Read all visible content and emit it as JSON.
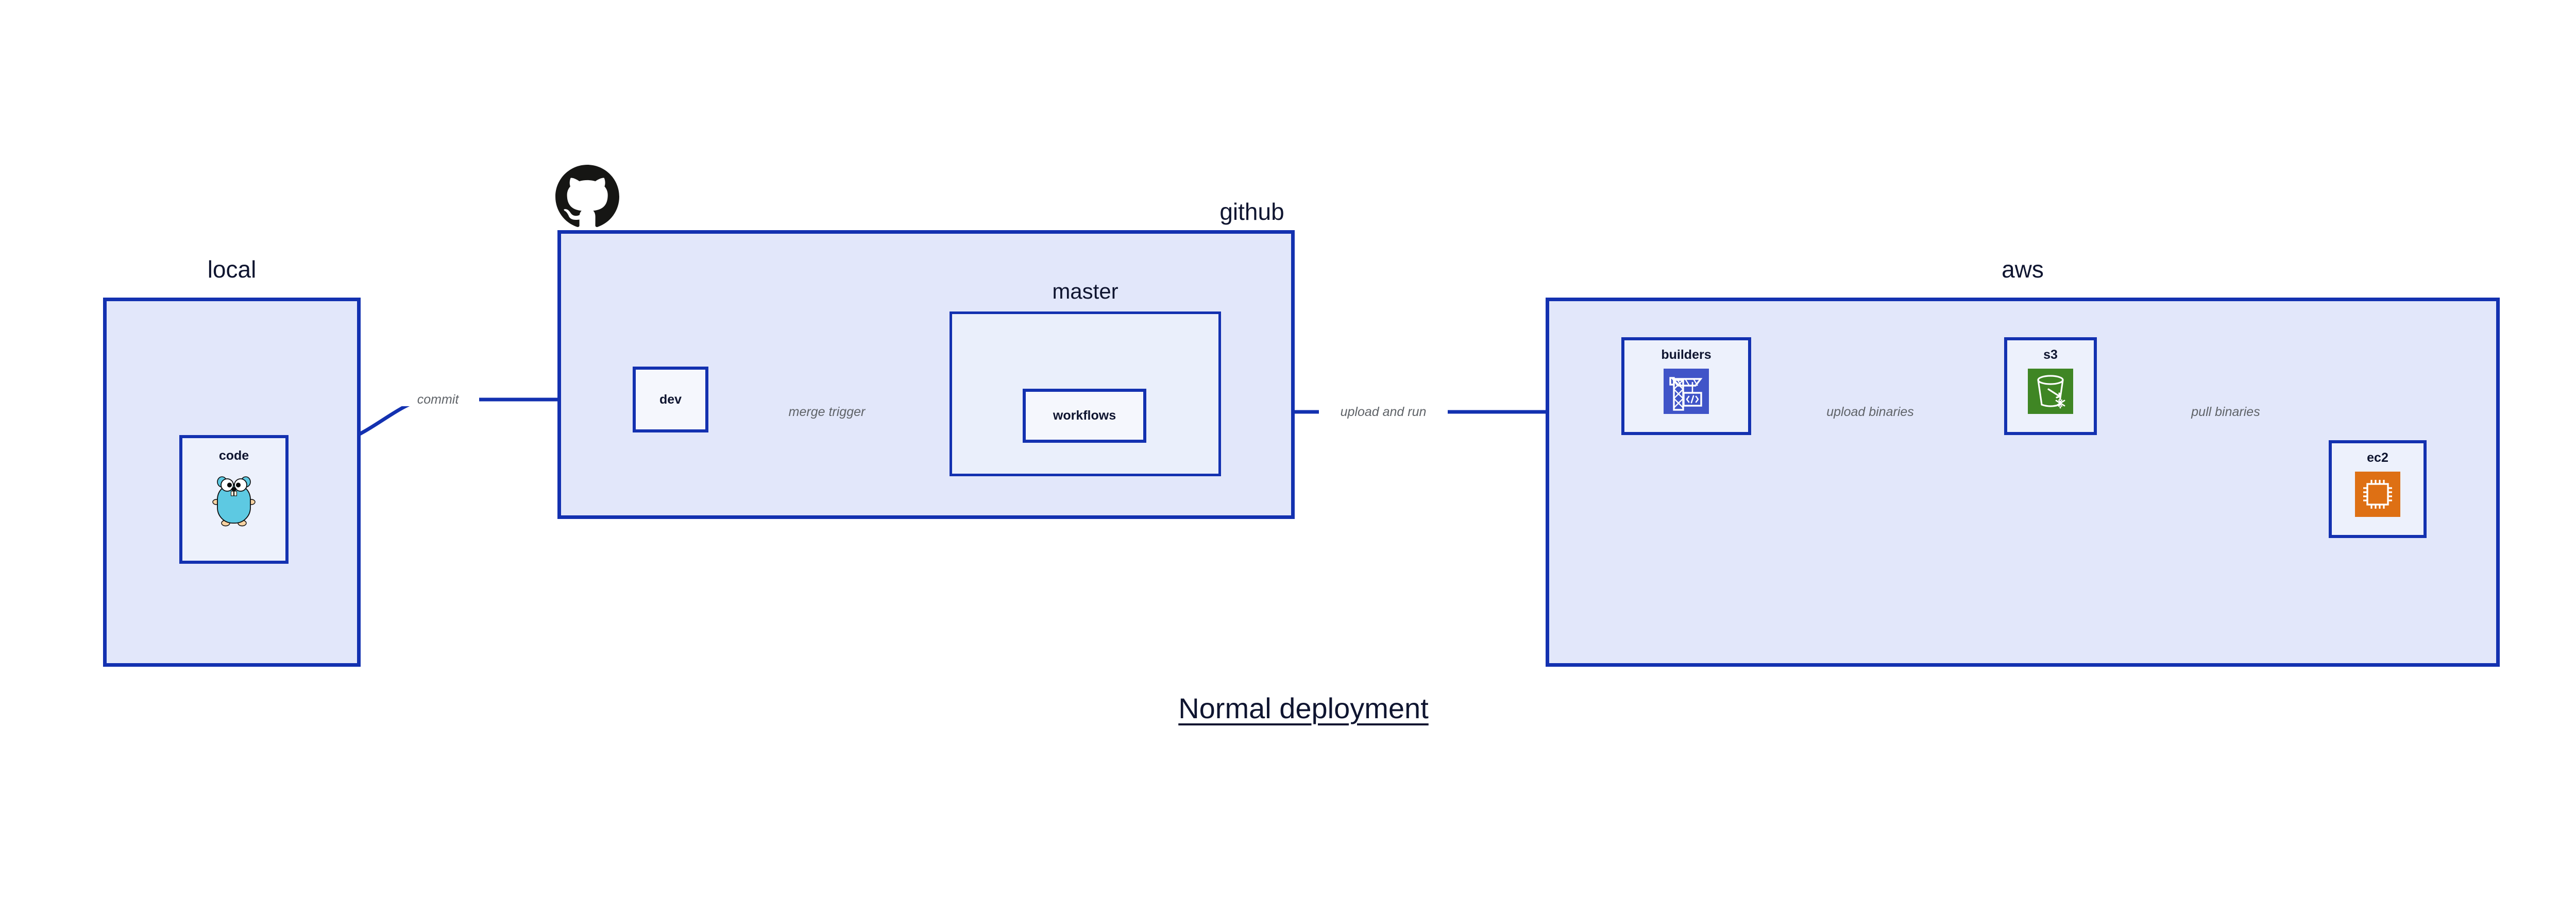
{
  "diagram": {
    "title": "Normal deployment",
    "background_color": "#FFFFFF",
    "accent_color": "#1331B0",
    "group_fill": "#E2E7FA",
    "subgroup_fill": "#EAEFFB",
    "node_fill": "#EDF1FC",
    "label_color": "#0F1530",
    "edge_label_color": "#5F6368"
  },
  "groups": {
    "local": {
      "label": "local"
    },
    "github": {
      "label": "github",
      "logo": "github-octocat-logo"
    },
    "master": {
      "label": "master"
    },
    "aws": {
      "label": "aws"
    }
  },
  "nodes": {
    "code": {
      "label": "code",
      "icon": "go-gopher-icon"
    },
    "dev": {
      "label": "dev",
      "icon": null
    },
    "workflows": {
      "label": "workflows",
      "icon": null
    },
    "builders": {
      "label": "builders",
      "icon": "aws-codebuild-icon",
      "icon_color": "#4054C8"
    },
    "s3": {
      "label": "s3",
      "icon": "aws-s3-glacier-icon",
      "icon_color": "#3F8624"
    },
    "ec2": {
      "label": "ec2",
      "icon": "aws-ec2-icon",
      "icon_color": "#DE7014"
    }
  },
  "edges": {
    "commit": {
      "label": "commit",
      "from": "code",
      "to": "dev"
    },
    "merge_trigger": {
      "label": "merge trigger",
      "from": "dev",
      "to": "workflows"
    },
    "upload_and_run": {
      "label": "upload and run",
      "from": "workflows",
      "to": "builders"
    },
    "upload_binaries": {
      "label": "upload binaries",
      "from": "builders",
      "to": "s3"
    },
    "pull_binaries": {
      "label": "pull binaries",
      "from": "s3",
      "to": "ec2"
    }
  }
}
